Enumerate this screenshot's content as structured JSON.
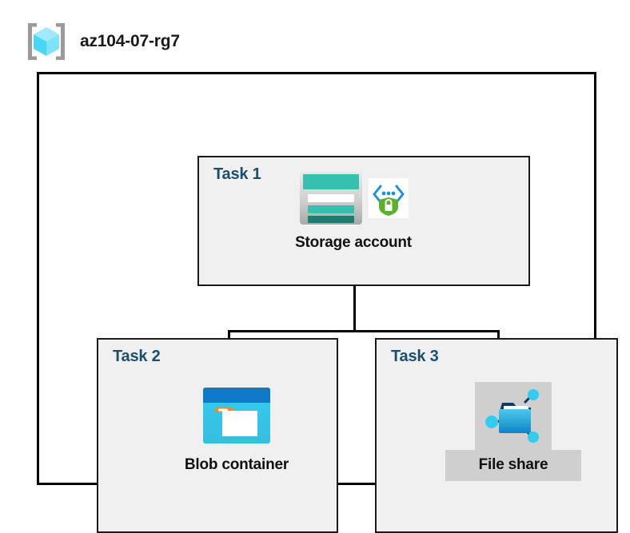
{
  "header": {
    "resource_group_name": "az104-07-rg7",
    "icon": "resource-group-cube-icon"
  },
  "diagram": {
    "type": "azure-architecture-diagram",
    "container_label": "az104-07-rg7",
    "colors": {
      "task_label": "#1b4f72",
      "box_fill": "#f0f0f0",
      "box_border": "#1a1a1a",
      "frame_border": "#000000",
      "selection_highlight": "#cfcfcf",
      "storage_teal": "#37bfb0",
      "storage_teal_dark": "#1f7a70",
      "blob_blue": "#0f7ac8",
      "blob_cyan": "#32cdec",
      "blob_orange": "#f2882d",
      "fileshare_blue": "#2daede",
      "shield_green": "#5bb12f",
      "code_blue": "#1f8fd6",
      "cube_cyan": "#54d7f5"
    },
    "tasks": [
      {
        "id": "task1",
        "label": "Task 1",
        "node_caption": "Storage account",
        "icons": [
          "storage-account-icon",
          "secure-code-shield-icon"
        ],
        "selected": false
      },
      {
        "id": "task2",
        "label": "Task 2",
        "node_caption": "Blob container",
        "icons": [
          "blob-container-icon"
        ],
        "selected": false
      },
      {
        "id": "task3",
        "label": "Task 3",
        "node_caption": "File share",
        "icons": [
          "file-share-icon"
        ],
        "selected": true
      }
    ],
    "connections": [
      {
        "from": "Storage account",
        "to": "Blob container"
      },
      {
        "from": "Storage account",
        "to": "File share"
      }
    ]
  }
}
